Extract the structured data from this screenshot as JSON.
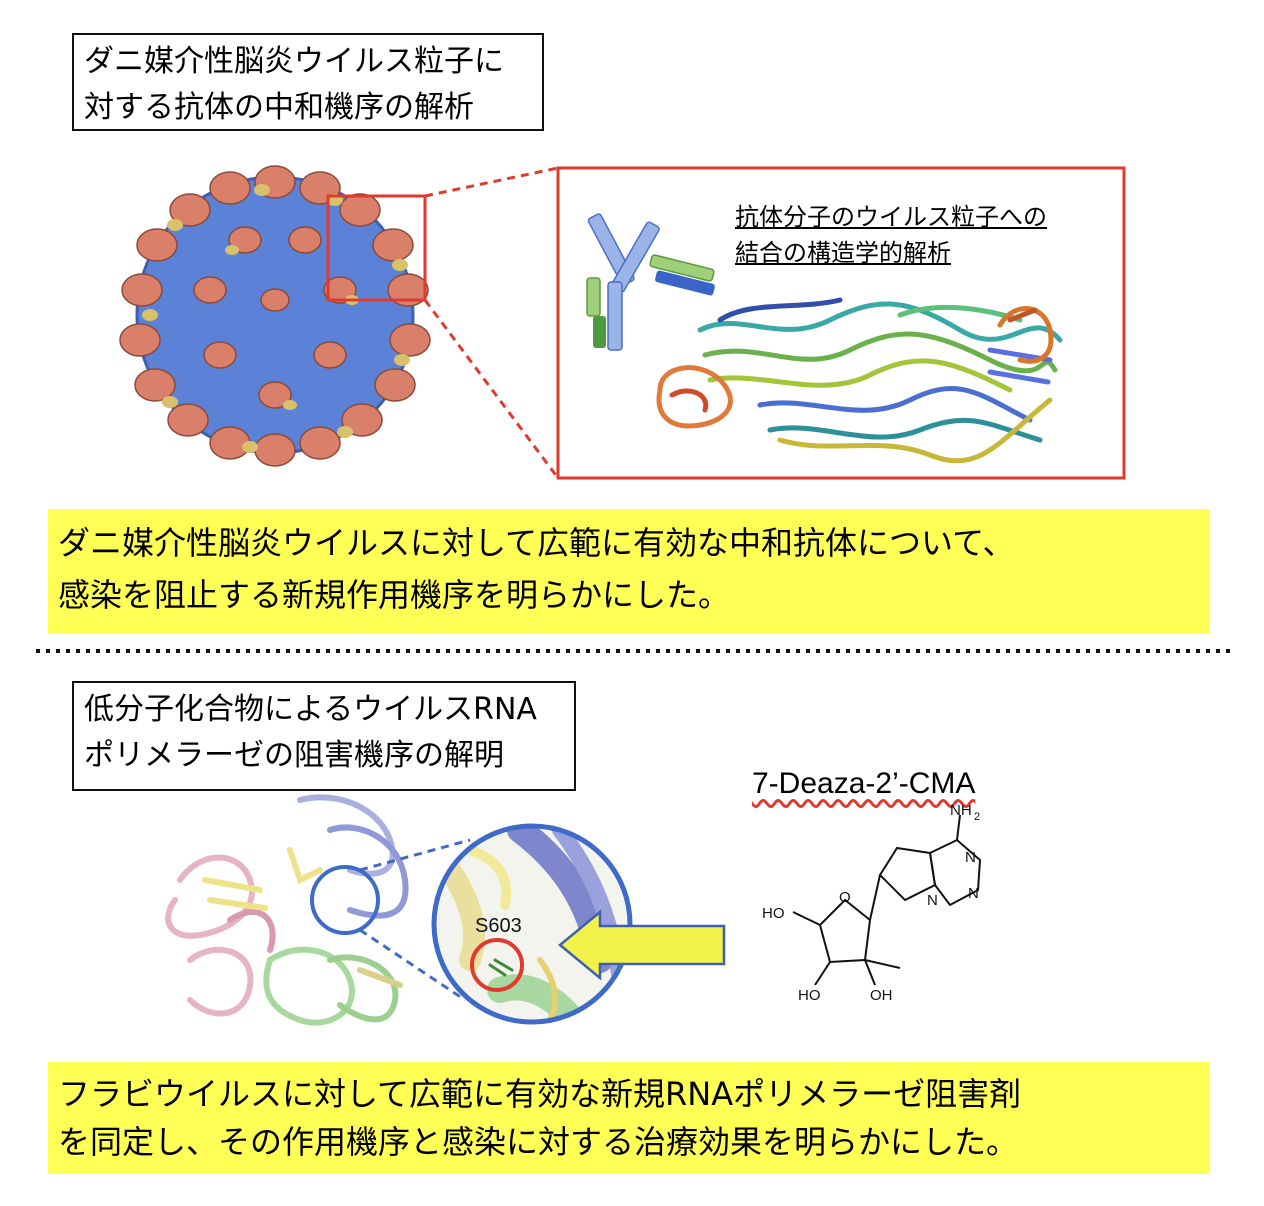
{
  "top": {
    "title_lines": [
      "ダニ媒介性脳炎ウイルス粒子に",
      "対する抗体の中和機序の解析"
    ],
    "inset_caption_lines": [
      "抗体分子のウイルス粒子への",
      "結合の構造学的解析"
    ],
    "summary_lines": [
      "ダニ媒介性脳炎ウイルスに対して広範に有効な中和抗体について、",
      "感染を阻止する新規作用機序を明らかにした。"
    ]
  },
  "bottom": {
    "title_lines": [
      "低分子化合物によるウイルスRNA",
      "ポリメラーゼの阻害機序の解明"
    ],
    "compound_name": "7-Deaza-2’-CMA",
    "residue_label": "S603",
    "chem_labels": {
      "nh2": "NH",
      "nh2_sub": "2",
      "n1": "N",
      "n2": "N",
      "n3": "N",
      "o": "O",
      "ho1": "HO",
      "ho2": "HO",
      "oh": "OH"
    },
    "summary_lines": [
      "フラビウイルスに対して広範に有効な新規RNAポリメラーゼ阻害剤",
      "を同定し、その作用機序と感染に対する治療効果を明らかにした。"
    ]
  },
  "colors": {
    "highlight": "#ffff55",
    "red_frame": "#e03a2e",
    "blue_frame": "#4a6fc0",
    "virus_blue": "#5b82d6",
    "virus_salmon": "#d97f6a",
    "virus_yellow": "#d8c16a"
  }
}
